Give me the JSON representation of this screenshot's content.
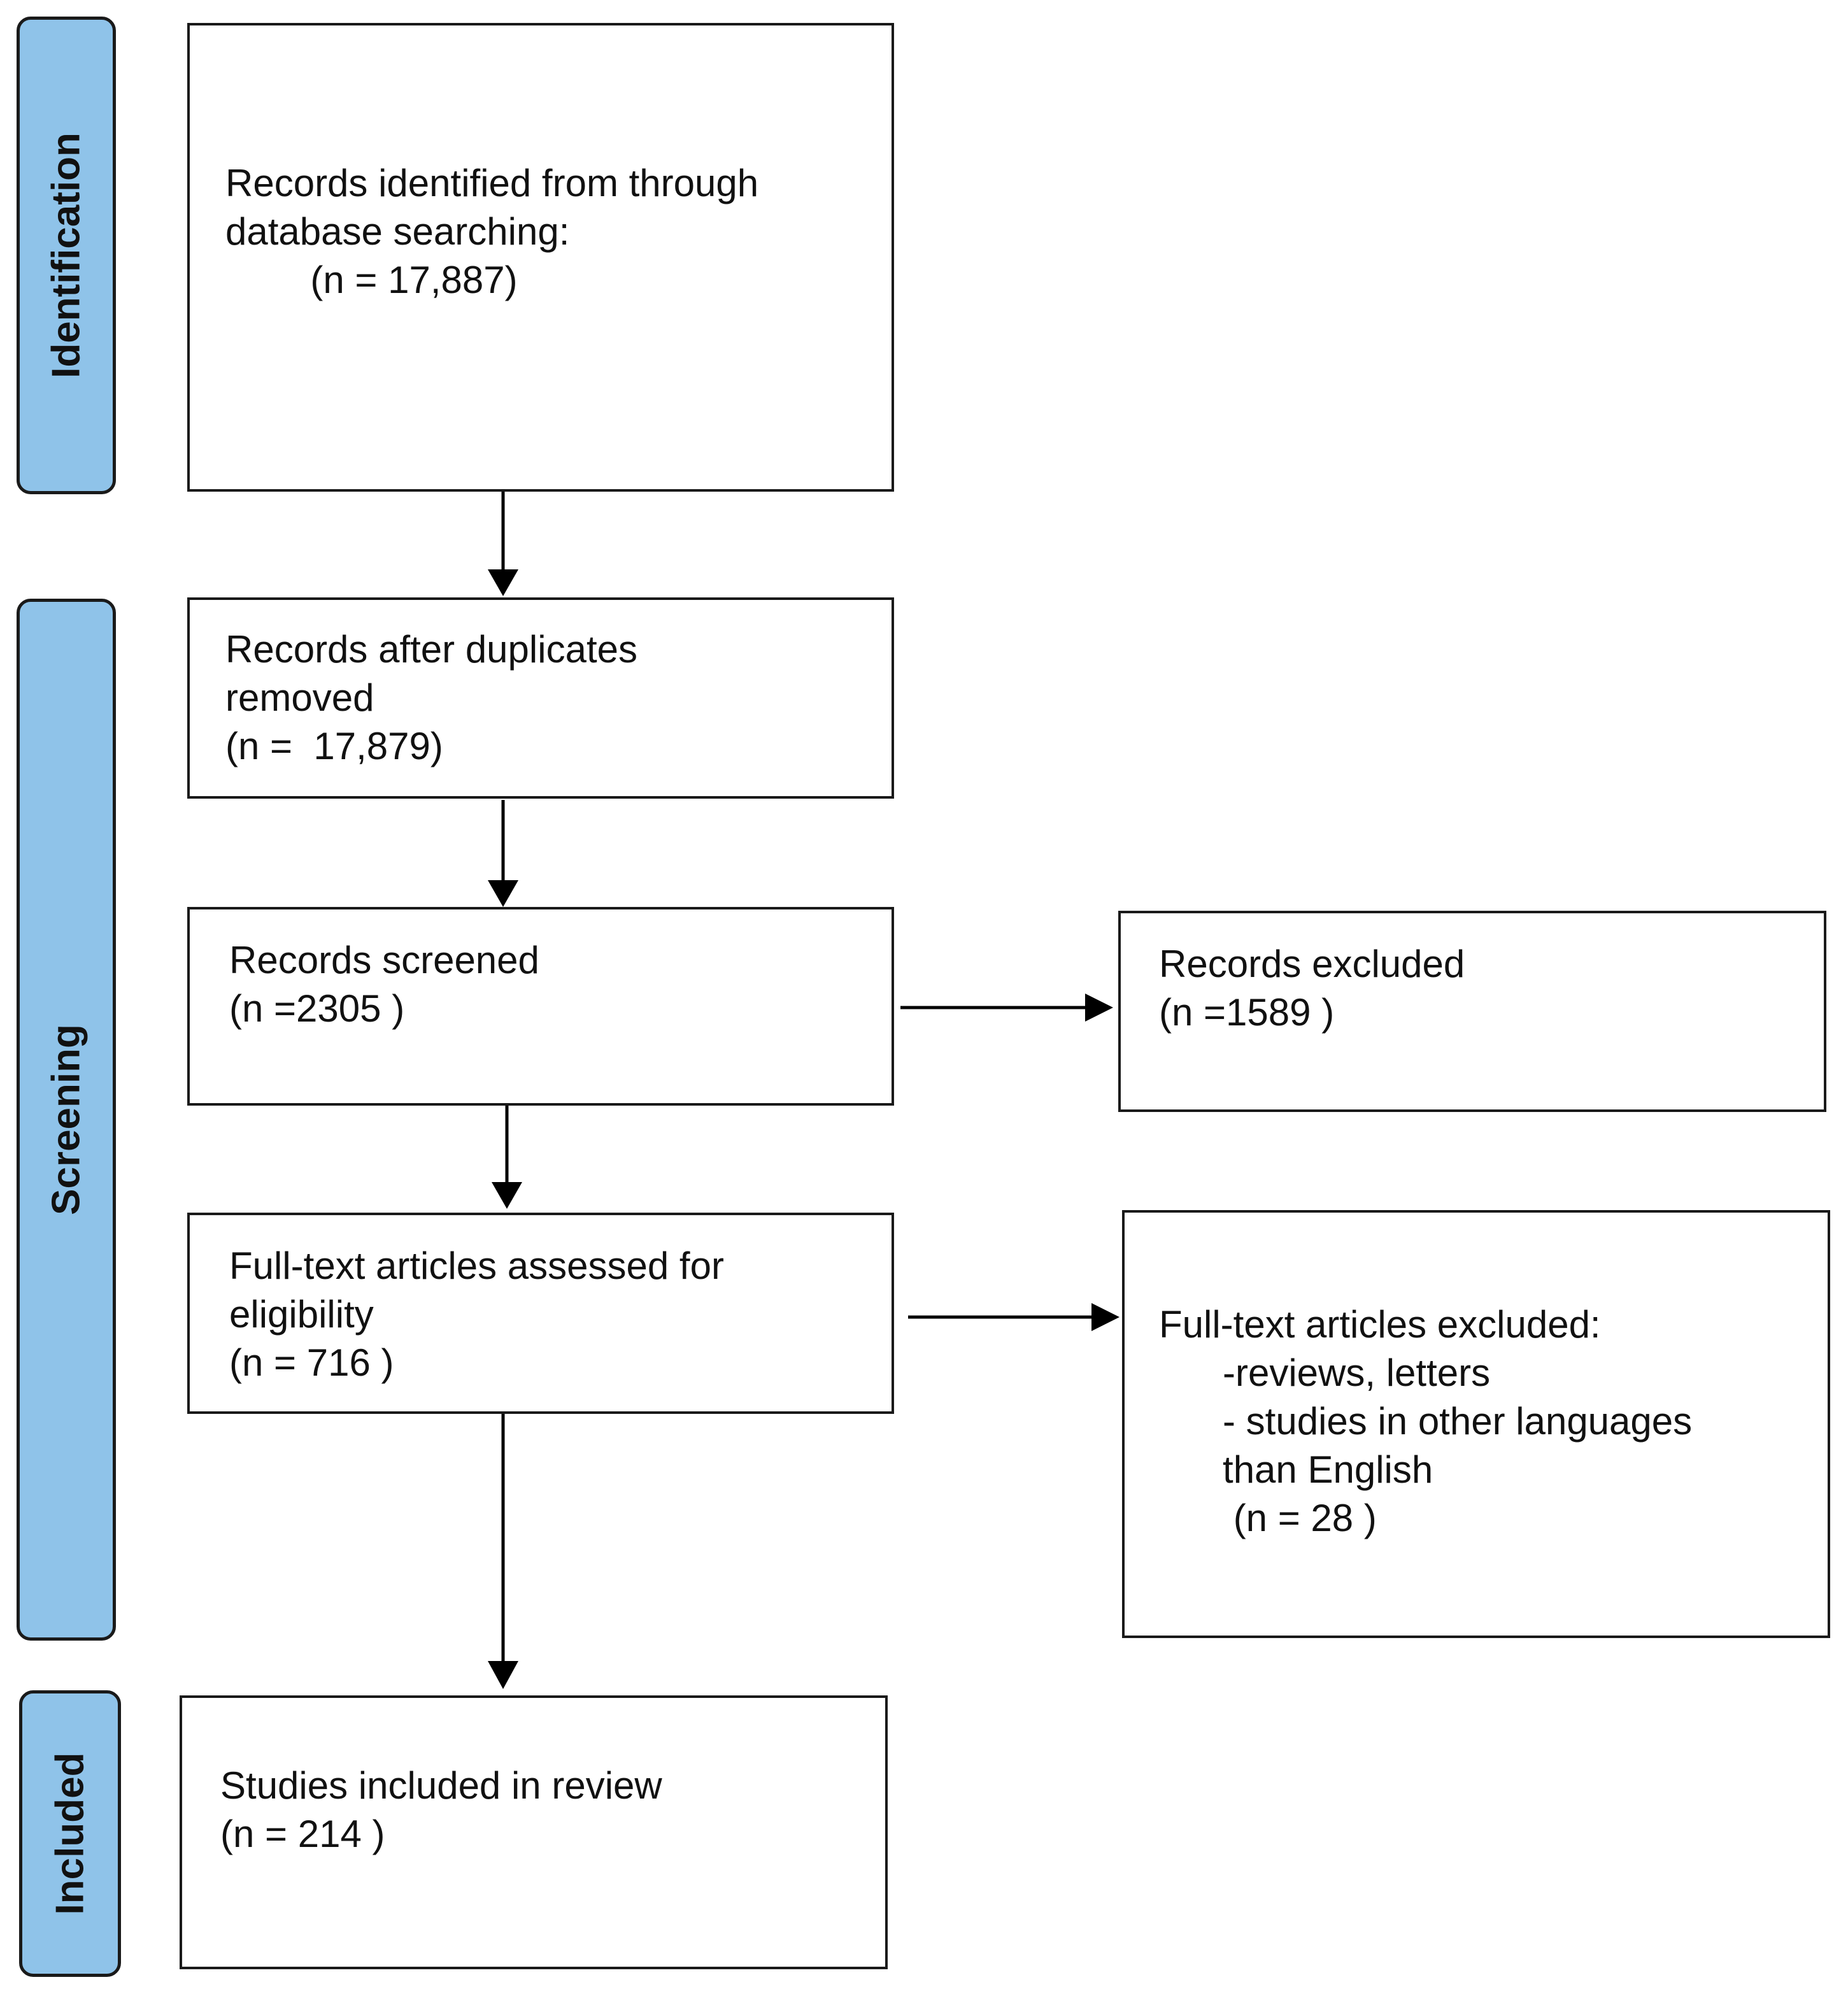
{
  "colors": {
    "stage_fill": "#8fc3e9",
    "border": "#1a1a1a",
    "text": "#111111",
    "background": "#ffffff"
  },
  "stages": {
    "identification": "Identification",
    "screening": "Screening",
    "included": "Included"
  },
  "boxes": {
    "identified": {
      "line1": "Records identified from through",
      "line2": "database searching:",
      "line3": "        (n = 17,887)"
    },
    "duplicates_removed": {
      "line1": "Records after duplicates",
      "line2": "removed",
      "line3": "(n =  17,879)"
    },
    "screened": {
      "line1": "Records screened",
      "line2": "(n =2305 )"
    },
    "excluded": {
      "line1": "Records excluded",
      "line2": "(n =1589 )"
    },
    "fulltext_assessed": {
      "line1": "Full-text articles assessed for",
      "line2": "eligibility",
      "line3": "(n = 716 )"
    },
    "fulltext_excluded": {
      "line1": "Full-text articles excluded:",
      "line2": "      -reviews, letters",
      "line3": "      - studies in other languages",
      "line4": "      than English",
      "line5": "       (n = 28 )"
    },
    "included": {
      "line1": "Studies included in review",
      "line2": "(n = 214 )"
    }
  }
}
